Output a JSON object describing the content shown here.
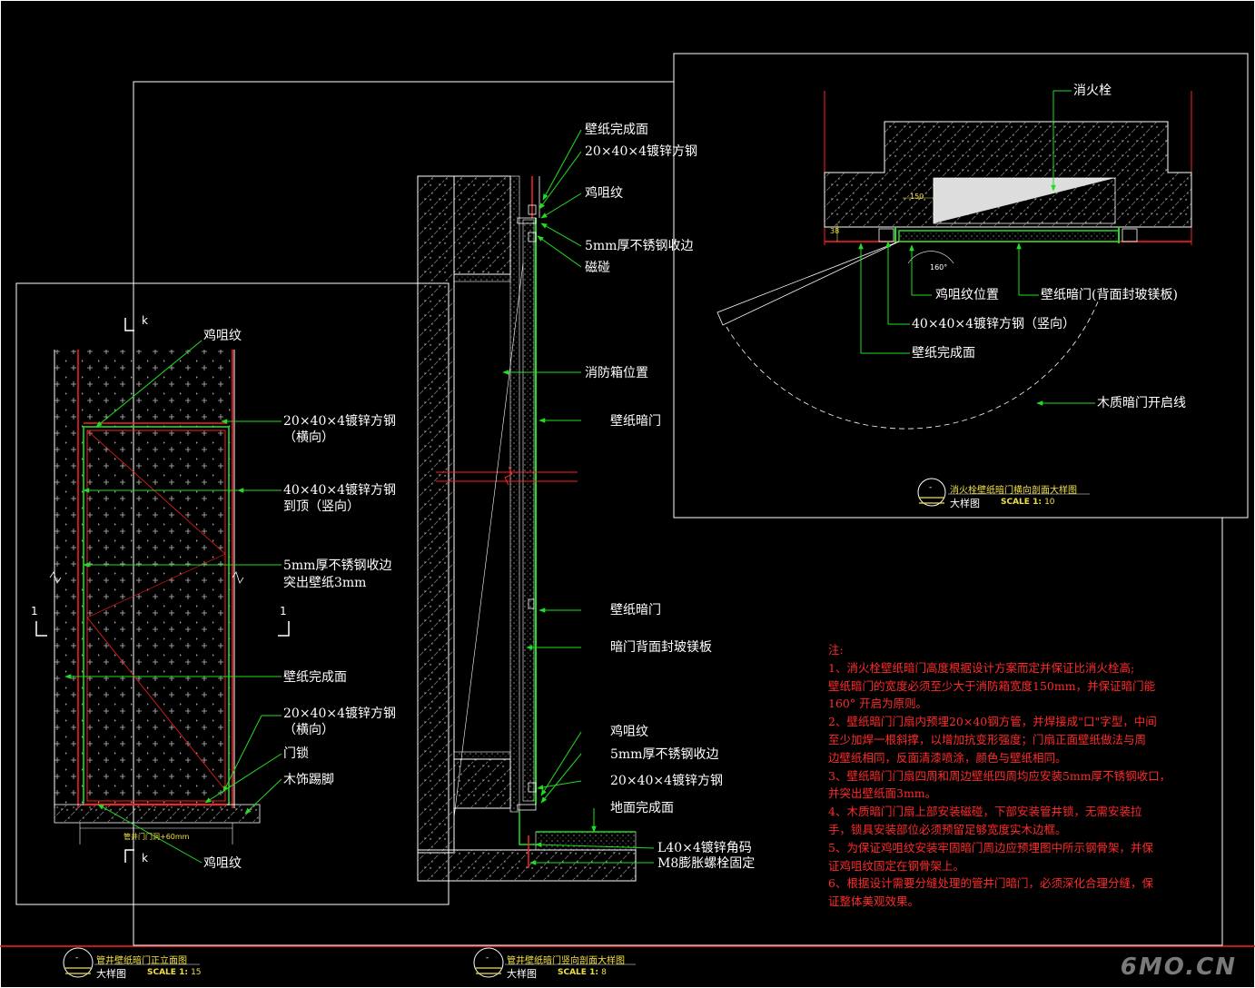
{
  "elevation_labels": {
    "crack1": "鸡咀纹",
    "steel_h1a": "20×40×4镀锌方钢",
    "steel_h1b": "（横向）",
    "steel_v1a": "40×40×4镀锌方钢",
    "steel_v1b": "到顶（竖向）",
    "trim1a": "5mm厚不锈钢收边",
    "trim1b": "突出壁纸3mm",
    "finish1": "壁纸完成面",
    "steel_h2a": "20×40×4镀锌方钢",
    "steel_h2b": "（横向）",
    "lock": "门锁",
    "skirting": "木饰踢脚",
    "crack2": "鸡咀纹",
    "dim_width": "管井门门洞+60mm",
    "sec_k_top": "k",
    "sec_k_bot": "k",
    "sec_1_left": "1",
    "sec_1_right": "1"
  },
  "section_labels": {
    "finish": "壁纸完成面",
    "steel1": "20×40×4镀锌方钢",
    "crack": "鸡咀纹",
    "trim": "5mm厚不锈钢收边",
    "magnet": "磁碰",
    "box_pos": "消防箱位置",
    "door1": "壁纸暗门",
    "door2": "壁纸暗门",
    "back_board": "暗门背面封玻镁板",
    "crack_b": "鸡咀纹",
    "trim_b": "5mm厚不锈钢收边",
    "steel_b": "20×40×4镀锌方钢",
    "floor": "地面完成面",
    "angle": "L40×4镀锌角码",
    "bolt": "M8膨胀螺栓固定"
  },
  "plan_labels": {
    "hydrant": "消火栓",
    "crack_pos": "鸡咀纹位置",
    "door_back": "壁纸暗门(背面封玻镁板)",
    "steel_v": "40×40×4镀锌方钢（竖向）",
    "finish": "壁纸完成面",
    "swing": "木质暗门开启线",
    "dim150": "150",
    "angle160": "160°",
    "dim38": "38"
  },
  "titles": {
    "plan": {
      "name": "消火栓壁纸暗门横向剖面大样图",
      "sub": "大样图",
      "scale": "SCALE 1:",
      "scale_val": "10",
      "sym": "-"
    },
    "elev": {
      "name": "管井壁纸暗门正立面图",
      "sub": "大样图",
      "scale": "SCALE 1:",
      "scale_val": "15",
      "sym": "-"
    },
    "sect": {
      "name": "管井壁纸暗门竖向剖面大样图",
      "sub": "大样图",
      "scale": "SCALE 1:",
      "scale_val": "8",
      "sym": "-"
    }
  },
  "notes": [
    "注:",
    "1、消火栓壁纸暗门高度根据设计方案而定并保证比消火栓高;",
    "壁纸暗门的宽度必须至少大于消防箱宽度150mm，并保证暗门能",
    "160° 开启为原则。",
    "2、壁纸暗门门扇内预埋20×40钢方管，并焊接成\"口\"字型，中间",
    "至少加焊一根斜撑，以增加抗变形强度；门扇正面壁纸做法与周",
    "边壁纸相同，反面清漆喷涂，颜色与壁纸相同。",
    "3、壁纸暗门门扇四周和周边壁纸四周均应安装5mm厚不锈钢收口，",
    "并突出壁纸面3mm。",
    "4、木质暗门门扇上部安装磁碰，下部安装管井锁，无需安装拉",
    "手，锁具安装部位必须预留足够宽度实木边框。",
    "5、为保证鸡咀纹安装牢固暗门周边应预埋图中所示钢骨架，并保",
    "证鸡咀纹固定在钢骨架上。",
    "6、根据设计需要分缝处理的管井门暗门，必须深化合理分缝，保",
    "证整体美观效果。"
  ],
  "watermark": "6MO.CN",
  "colors": {
    "line": "#ffffff",
    "green": "#22dd22",
    "red": "#ff2020",
    "yellow": "#f0e040",
    "gray": "#909090"
  }
}
